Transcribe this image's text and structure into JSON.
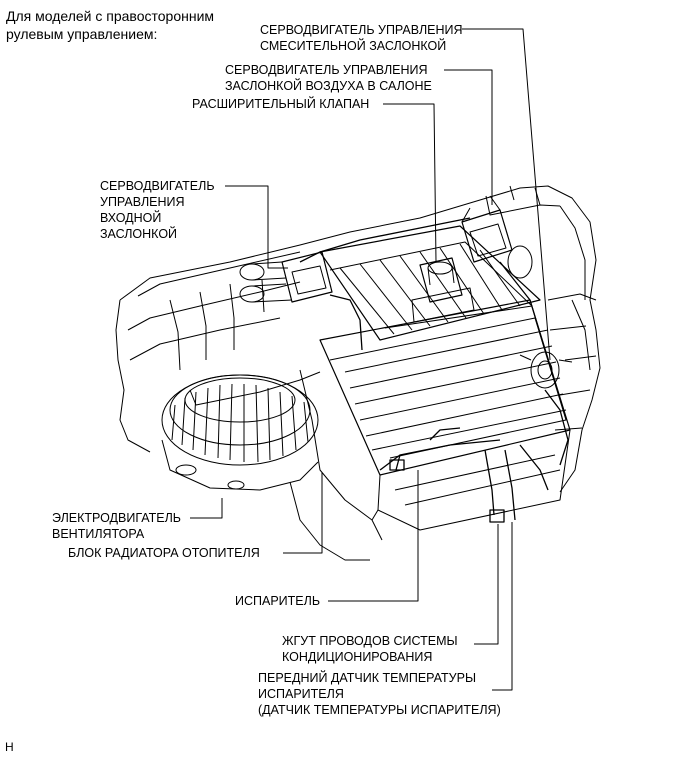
{
  "header": {
    "lines": [
      "Для моделей с правосторонним",
      "рулевым управлением:"
    ]
  },
  "callouts": {
    "air_mix_servo": [
      "СЕРВОДВИГАТЕЛЬ УПРАВЛЕНИЯ",
      "СМЕСИТЕЛЬНОЙ ЗАСЛОНКОЙ"
    ],
    "air_outlet_servo": [
      "СЕРВОДВИГАТЕЛЬ УПРАВЛЕНИЯ",
      "ЗАСЛОНКОЙ ВОЗДУХА В САЛОНЕ"
    ],
    "expansion_valve": [
      "РАСШИРИТЕЛЬНЫЙ КЛАПАН"
    ],
    "air_inlet_servo": [
      "СЕРВОДВИГАТЕЛЬ",
      "УПРАВЛЕНИЯ",
      "ВХОДНОЙ",
      "ЗАСЛОНКОЙ"
    ],
    "blower_motor": [
      "ЭЛЕКТРОДВИГАТЕЛЬ",
      "ВЕНТИЛЯТОРА"
    ],
    "heater_radiator": [
      "БЛОК РАДИАТОРА ОТОПИТЕЛЯ"
    ],
    "evaporator": [
      "ИСПАРИТЕЛЬ"
    ],
    "ac_harness": [
      "ЖГУТ ПРОВОДОВ СИСТЕМЫ",
      "КОНДИЦИОНИРОВАНИЯ"
    ],
    "evap_temp_sensor": [
      "ПЕРЕДНИЙ ДАТЧИК ТЕМПЕРАТУРЫ",
      "ИСПАРИТЕЛЯ",
      "(ДАТЧИК ТЕМПЕРАТУРЫ ИСПАРИТЕЛЯ)"
    ]
  },
  "corner_mark": "H"
}
